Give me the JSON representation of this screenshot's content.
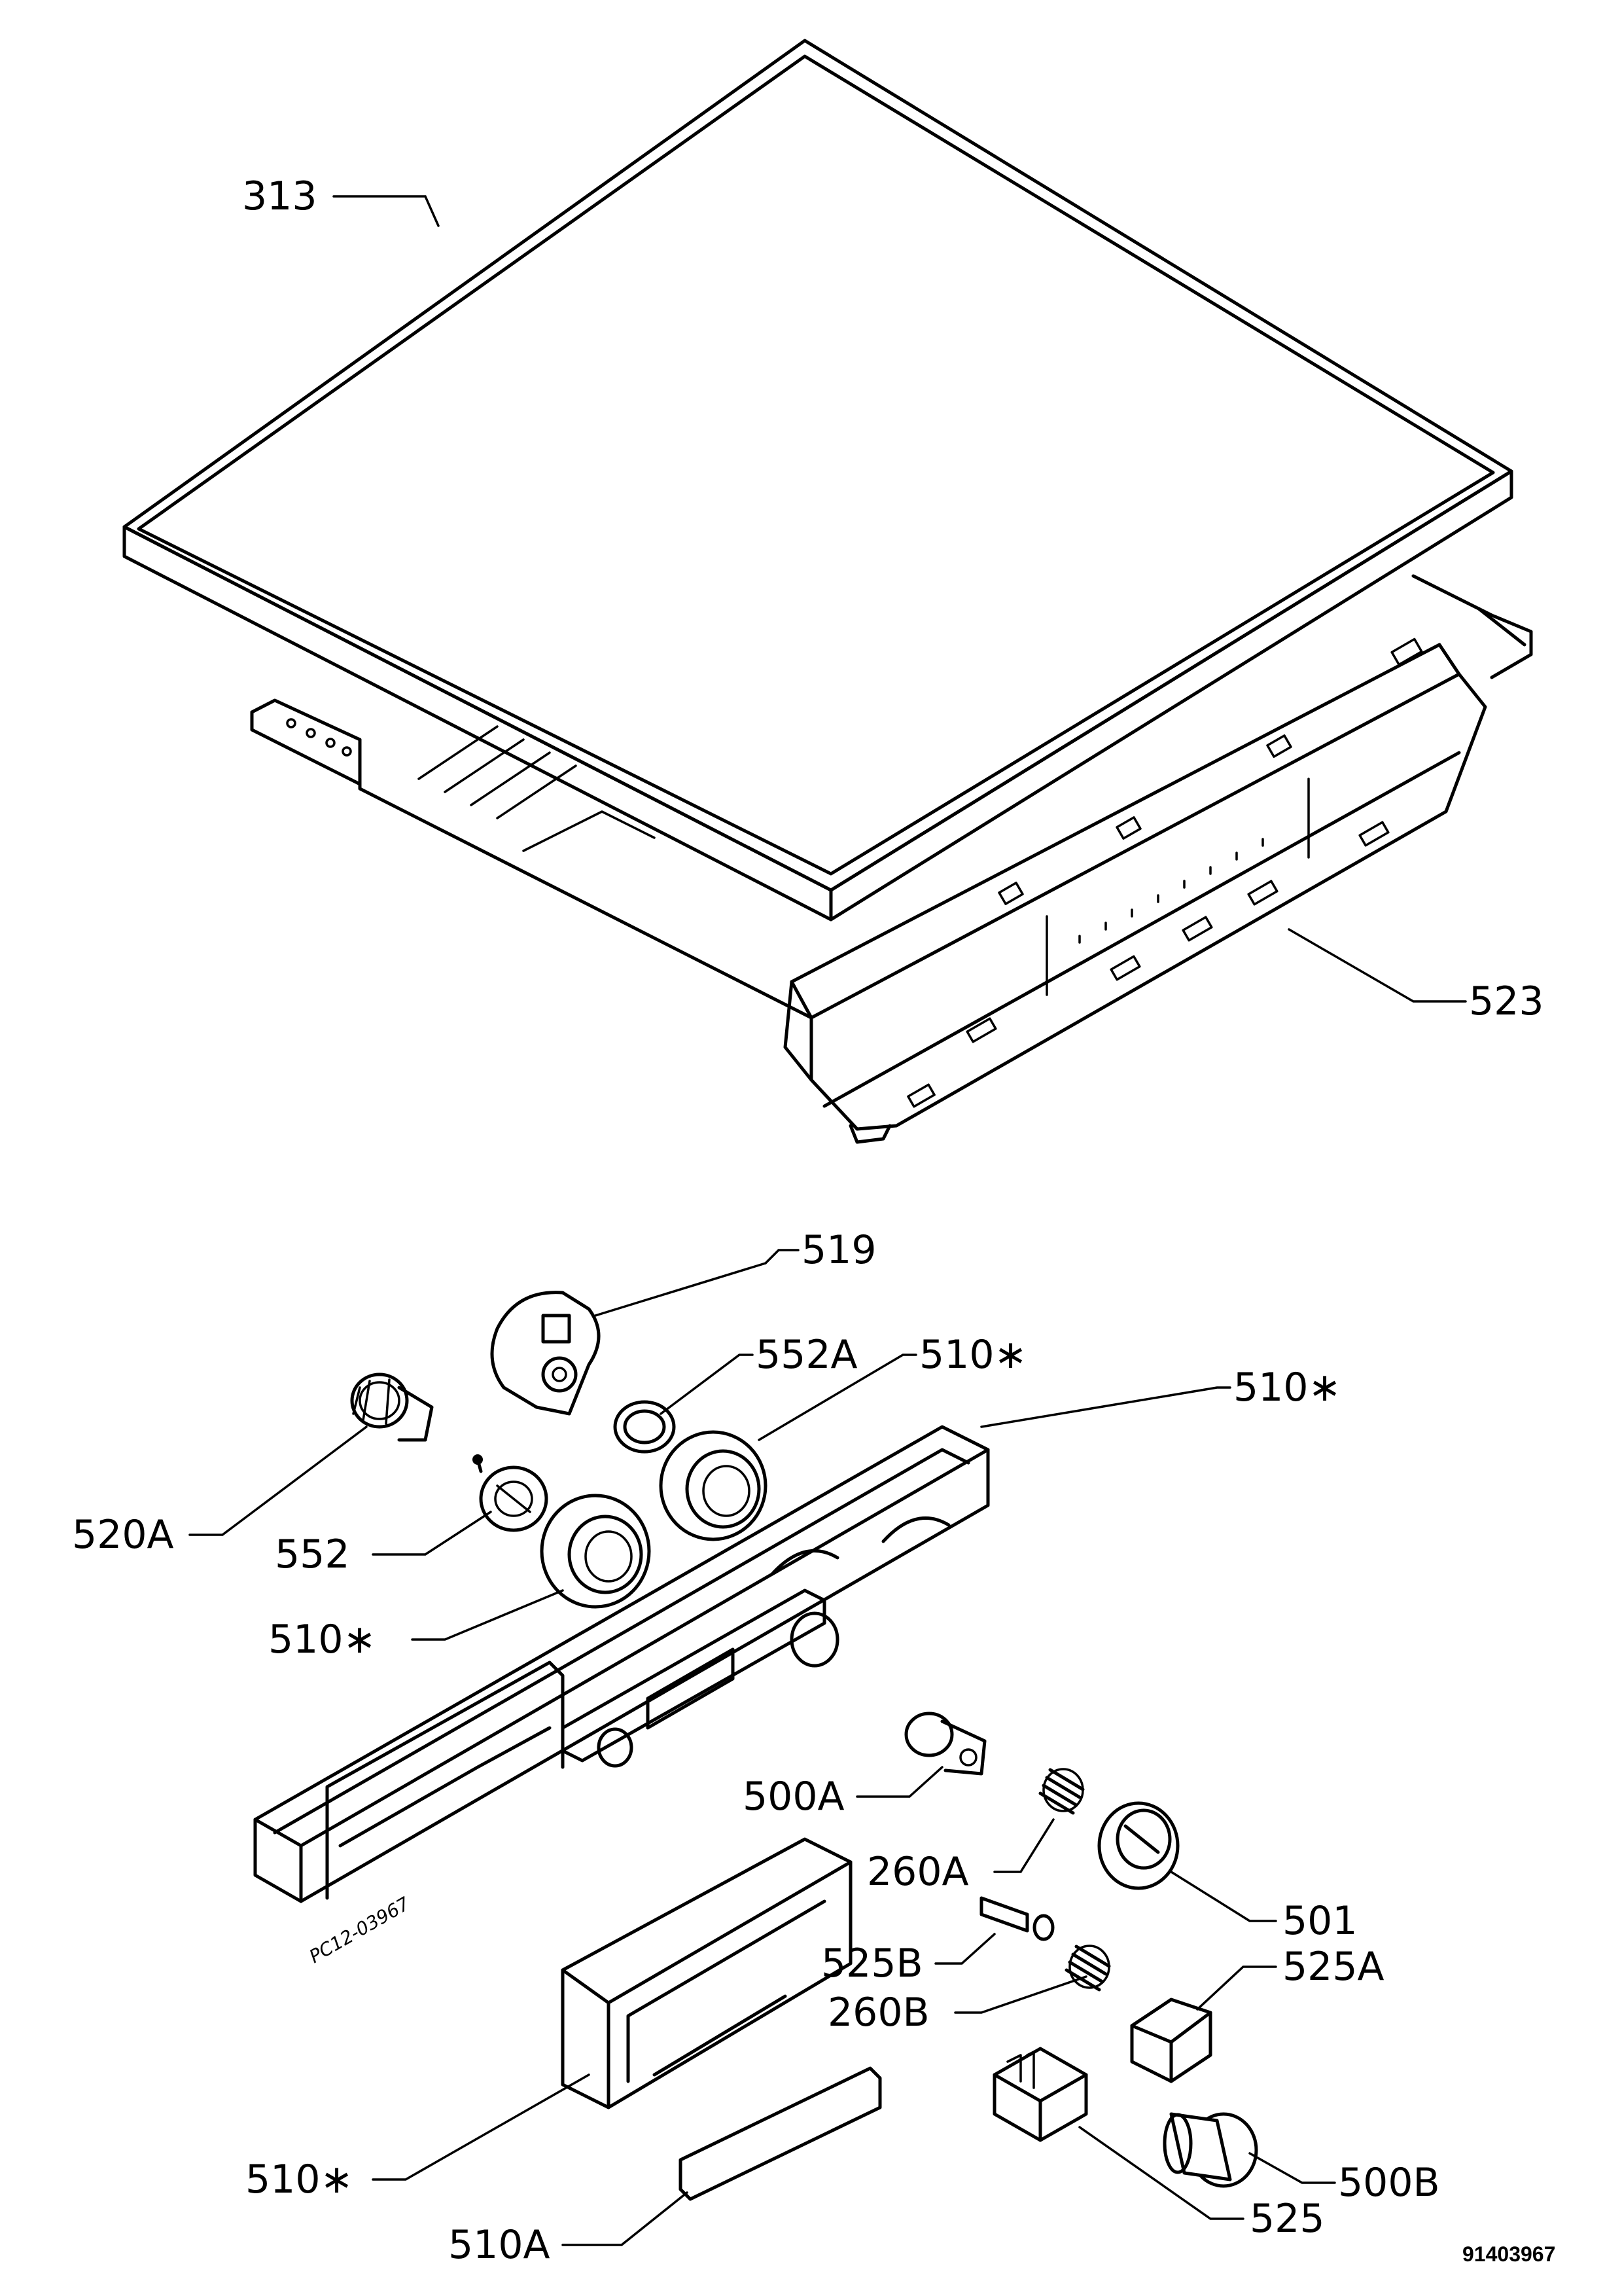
{
  "diagram": {
    "doc_number": "91403967",
    "stamp": "PC12-03967",
    "labels": {
      "p313": "313",
      "p523": "523",
      "p519": "519",
      "p552A": "552A",
      "p510_a": "510∗",
      "p510_b": "510∗",
      "p520A": "520A",
      "p552": "552",
      "p510_c": "510∗",
      "p500A": "500A",
      "p260A": "260A",
      "p501": "501",
      "p525B": "525B",
      "p525A": "525A",
      "p260B": "260B",
      "p500B": "500B",
      "p510_d": "510∗",
      "p525": "525",
      "p510A": "510A"
    }
  }
}
